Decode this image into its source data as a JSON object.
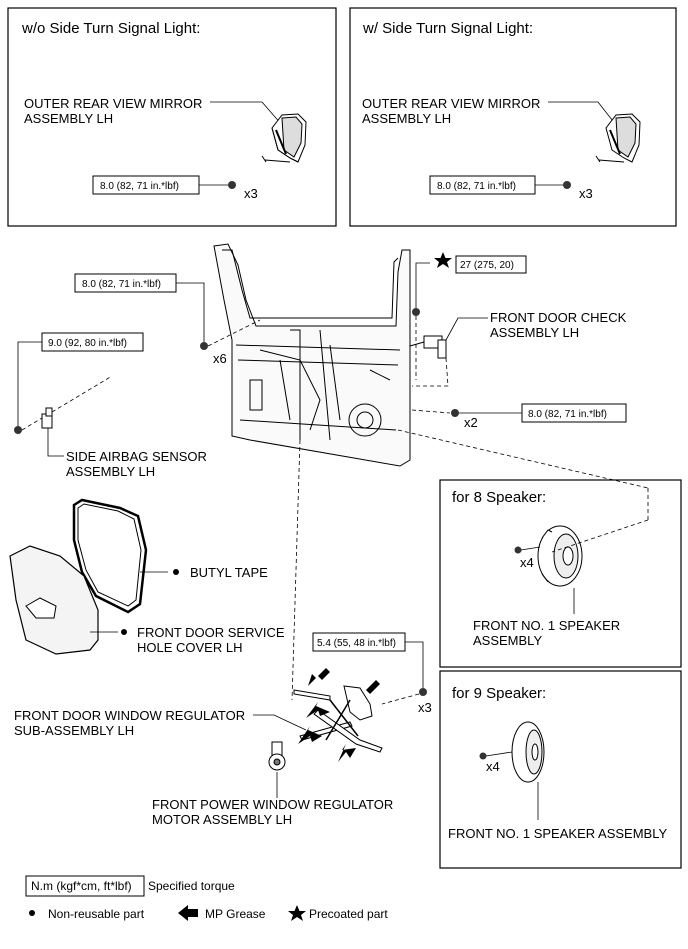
{
  "panels": {
    "without_signal": {
      "title": "w/o Side Turn Signal Light:",
      "part_line1": "OUTER REAR VIEW MIRROR",
      "part_line2": "ASSEMBLY LH",
      "torque": "8.0 (82, 71 in.*lbf)",
      "qty": "x3"
    },
    "with_signal": {
      "title": "w/ Side Turn Signal Light:",
      "part_line1": "OUTER REAR VIEW MIRROR",
      "part_line2": "ASSEMBLY LH",
      "torque": "8.0 (82, 71 in.*lbf)",
      "qty": "x3"
    },
    "speaker8": {
      "title": "for 8 Speaker:",
      "qty": "x4",
      "part_line1": "FRONT NO. 1 SPEAKER",
      "part_line2": "ASSEMBLY"
    },
    "speaker9": {
      "title": "for 9 Speaker:",
      "qty": "x4",
      "part_line1": "FRONT NO. 1 SPEAKER ASSEMBLY"
    }
  },
  "main": {
    "torque_hinge": "8.0 (82, 71 in.*lbf)",
    "qty_hinge": "x6",
    "torque_check": "27 (275, 20)",
    "check_line1": "FRONT DOOR CHECK",
    "check_line2": "ASSEMBLY LH",
    "torque_check_bolt": "8.0 (82, 71 in.*lbf)",
    "qty_check_bolt": "x2",
    "torque_airbag": "9.0 (92, 80 in.*lbf)",
    "airbag_line1": "SIDE AIRBAG SENSOR",
    "airbag_line2": "ASSEMBLY LH",
    "butyl": "BUTYL TAPE",
    "cover_line1": "FRONT DOOR SERVICE",
    "cover_line2": "HOLE COVER LH",
    "torque_regulator": "5.4 (55, 48 in.*lbf)",
    "qty_regulator": "x3",
    "regulator_line1": "FRONT DOOR WINDOW REGULATOR",
    "regulator_line2": "SUB-ASSEMBLY LH",
    "motor_line1": "FRONT POWER WINDOW REGULATOR",
    "motor_line2": "MOTOR ASSEMBLY LH"
  },
  "legend": {
    "torque_units": "N.m (kgf*cm, ft*lbf)",
    "torque_text": "Specified torque",
    "nonreusable": "Non-reusable part",
    "grease": "MP Grease",
    "precoated": "Precoated part"
  }
}
